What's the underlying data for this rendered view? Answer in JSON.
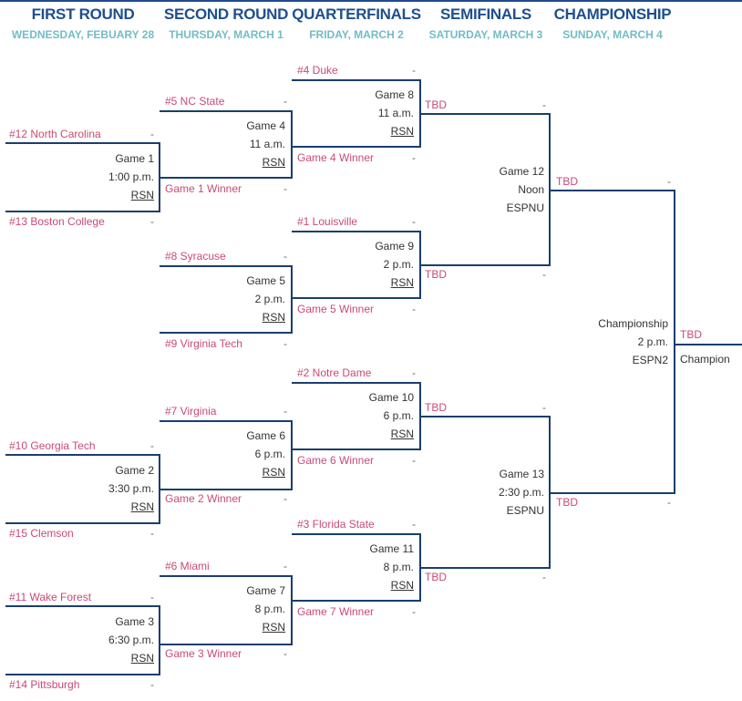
{
  "rounds": [
    {
      "name": "FIRST ROUND",
      "date": "WEDNESDAY, FEBUARY 28"
    },
    {
      "name": "SECOND ROUND",
      "date": "THURSDAY, MARCH 1"
    },
    {
      "name": "QUARTERFINALS",
      "date": "FRIDAY, MARCH 2"
    },
    {
      "name": "SEMIFINALS",
      "date": "SATURDAY, MARCH 3"
    },
    {
      "name": "CHAMPIONSHIP",
      "date": "SUNDAY, MARCH 4"
    }
  ],
  "dash": "-",
  "first_round": {
    "game1": {
      "top": "#12 North Carolina",
      "bottom": "#13 Boston College",
      "game": "Game 1",
      "time": "1:00 p.m.",
      "network": "RSN"
    },
    "game2": {
      "top": "#10 Georgia Tech",
      "bottom": "#15 Clemson",
      "game": "Game 2",
      "time": "3:30 p.m.",
      "network": "RSN"
    },
    "game3": {
      "top": "#11 Wake Forest",
      "bottom": "#14 Pittsburgh",
      "game": "Game 3",
      "time": "6:30 p.m.",
      "network": "RSN"
    }
  },
  "second_round": {
    "game4": {
      "top": "#5 NC State",
      "bottom": "Game 1 Winner",
      "game": "Game 4",
      "time": "11 a.m.",
      "network": "RSN"
    },
    "game5": {
      "top": "#8 Syracuse",
      "bottom": "#9 Virginia Tech",
      "game": "Game 5",
      "time": "2 p.m.",
      "network": "RSN"
    },
    "game6": {
      "top": "#7 Virginia",
      "bottom": "Game 2 Winner",
      "game": "Game 6",
      "time": "6 p.m.",
      "network": "RSN"
    },
    "game7": {
      "top": "#6 Miami",
      "bottom": "Game 3 Winner",
      "game": "Game 7",
      "time": "8 p.m.",
      "network": "RSN"
    }
  },
  "quarterfinals": {
    "game8": {
      "top": "#4 Duke",
      "bottom": "Game 4 Winner",
      "game": "Game 8",
      "time": "11 a.m.",
      "network": "RSN"
    },
    "game9": {
      "top": "#1 Louisville",
      "bottom": "Game 5 Winner",
      "game": "Game 9",
      "time": "2 p.m.",
      "network": "RSN"
    },
    "game10": {
      "top": "#2 Notre Dame",
      "bottom": "Game 6 Winner",
      "game": "Game 10",
      "time": "6 p.m.",
      "network": "RSN"
    },
    "game11": {
      "top": "#3 Florida State",
      "bottom": "Game 7 Winner",
      "game": "Game 11",
      "time": "8 p.m.",
      "network": "RSN"
    }
  },
  "semifinals": {
    "game12": {
      "top": "TBD",
      "bottom": "TBD",
      "game": "Game 12",
      "time": "Noon",
      "network": "ESPNU"
    },
    "game13": {
      "top": "TBD",
      "bottom": "TBD",
      "game": "Game 13",
      "time": "2:30 p.m.",
      "network": "ESPNU"
    }
  },
  "championship": {
    "top": "TBD",
    "bottom": "TBD",
    "game": "Championship",
    "time": "2 p.m.",
    "network": "ESPN2",
    "winner_slot": "TBD",
    "winner_label": "Champion"
  }
}
